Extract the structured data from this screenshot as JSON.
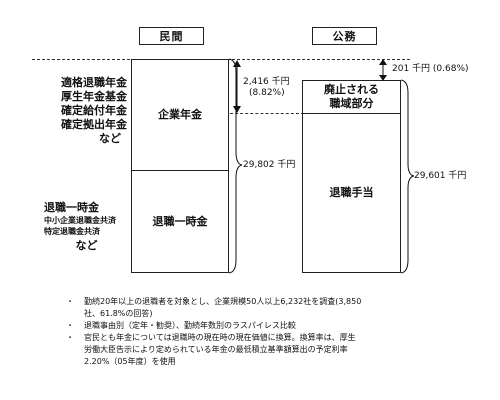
{
  "columns": {
    "private": "民間",
    "public": "公務"
  },
  "private_left_labels": {
    "pension_types": [
      "適格退職年金",
      "厚生年金基金",
      "確定給付年金",
      "確定拠出年金"
    ],
    "pension_etc": "など",
    "lump_types": [
      "退職一時金"
    ],
    "lump_small": [
      "中小企業退職金共済",
      "特定退職金共済"
    ],
    "lump_etc": "など"
  },
  "private_boxes": {
    "pension": "企業年金",
    "lump_sum": "退職一時金"
  },
  "public_boxes": {
    "abolished": [
      "廃止される",
      "職域部分"
    ],
    "retirement": "退職手当"
  },
  "values": {
    "gap_amount": "2,416 千円",
    "gap_pct": "(8.82%)",
    "private_total": "29,802 千円",
    "abolished_amount": "201 千円 (0.68%)",
    "public_total": "29,601 千円"
  },
  "notes": [
    "勤続20年以上の退職者を対象とし、企業規模50人以上6,232社を調査(3,850",
    "社、61.8%の回答)",
    "退職事由別（定年・勧奨）、勤続年数別のラスパイレス比較",
    "官民とも年金については退職時の現在時の現在価値に換算。換算率は、厚生",
    "労働大臣告示により定められている年金の最低積立基準額算出の予定利率",
    "2.20%（05年度）を使用"
  ],
  "note_bullet": "・"
}
